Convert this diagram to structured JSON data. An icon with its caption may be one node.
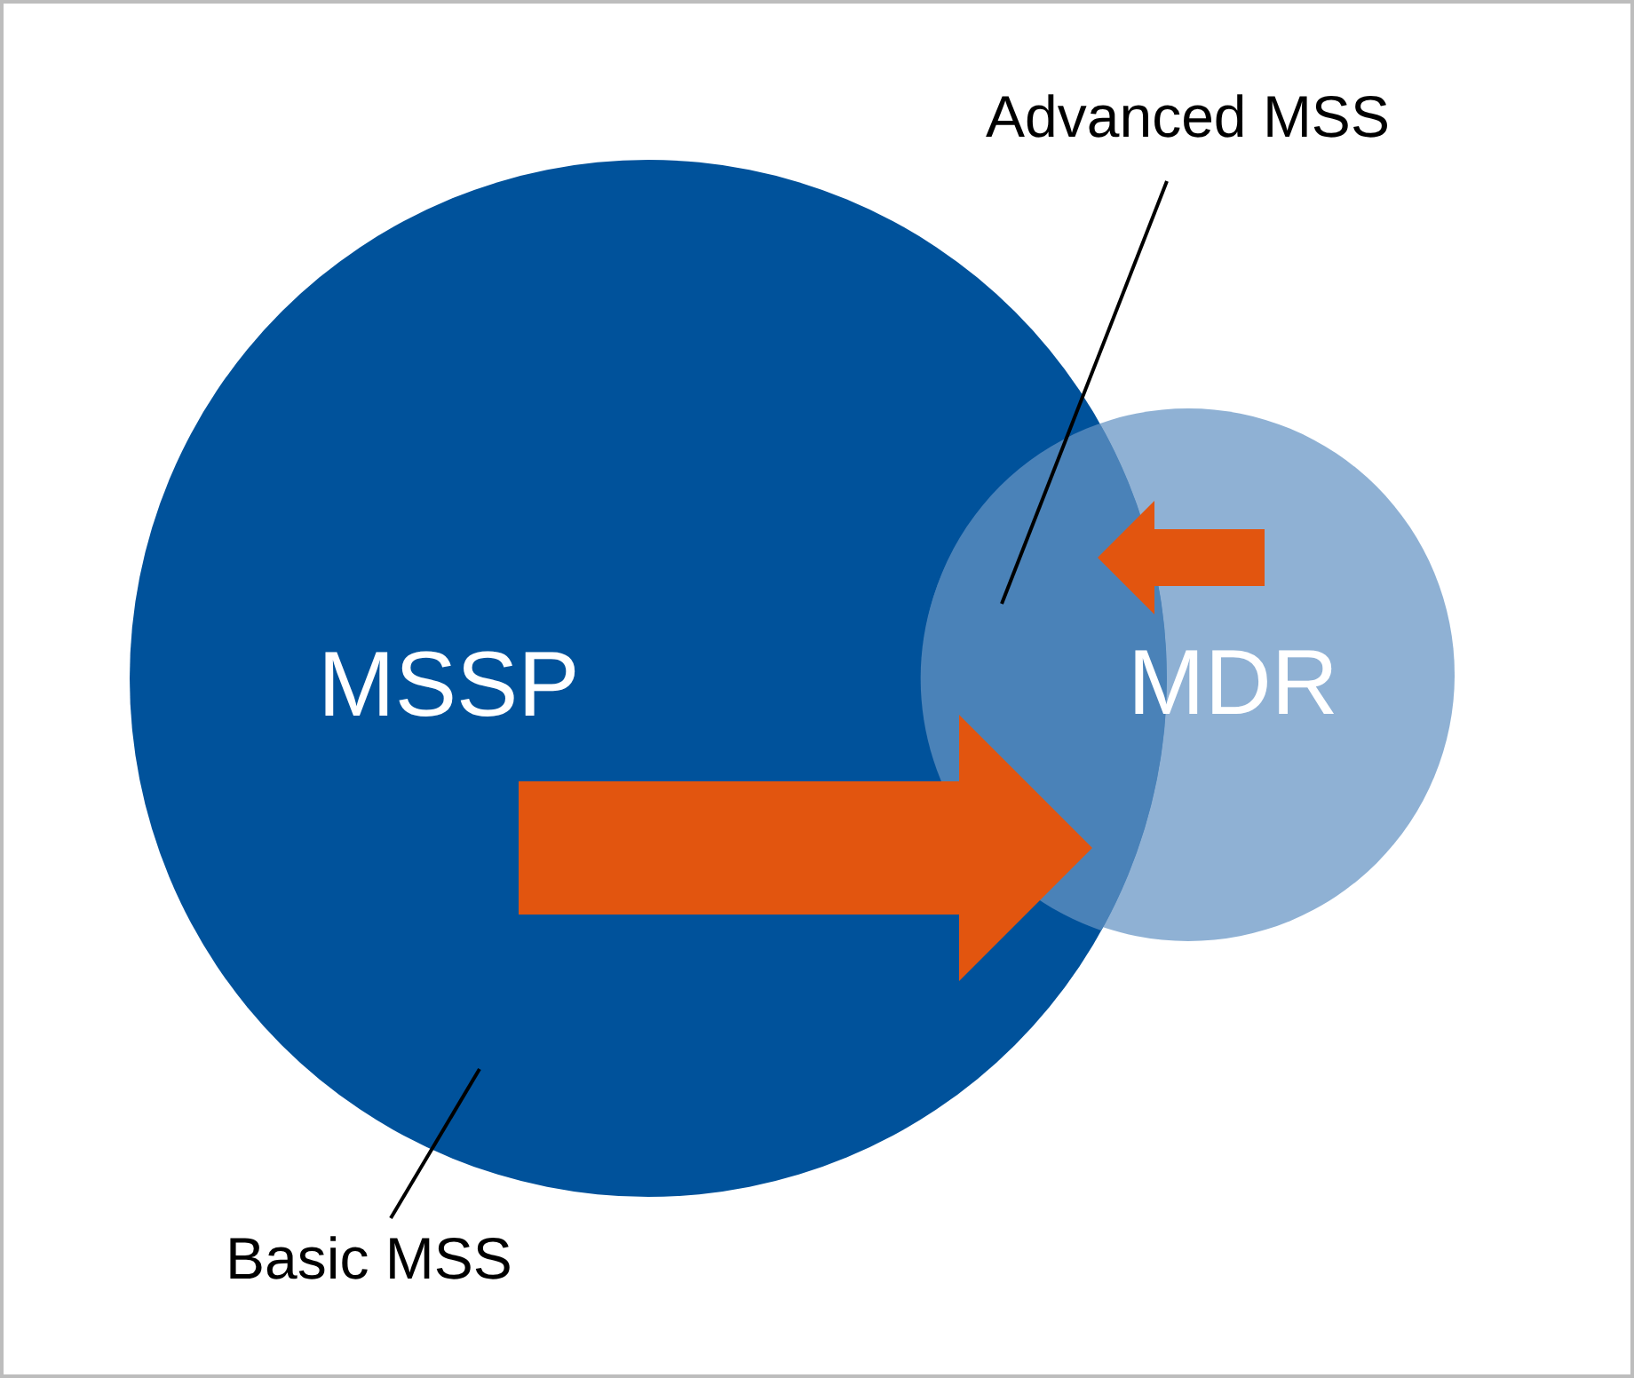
{
  "diagram": {
    "nodes": [
      {
        "text": [
          "MSSP"
        ]
      },
      {
        "text": [
          "MDR"
        ]
      },
      {
        "text": [
          "Advanced MSS"
        ]
      },
      {
        "text": [
          "Basic MSS"
        ]
      },
      {
        "text": [],
        "shape": "lens"
      }
    ],
    "edges": [
      {
        "from": 0,
        "to": 1,
        "arrow": "to",
        "style": "thick",
        "color": "#e2550f"
      },
      {
        "from": 1,
        "to": 0,
        "arrow": "to",
        "style": "thick",
        "color": "#e2550f"
      },
      {
        "from": 2,
        "to": 4,
        "arrow": "none",
        "color": "#000000"
      },
      {
        "from": 3,
        "to": 0,
        "arrow": "none",
        "color": "#000000"
      }
    ]
  }
}
